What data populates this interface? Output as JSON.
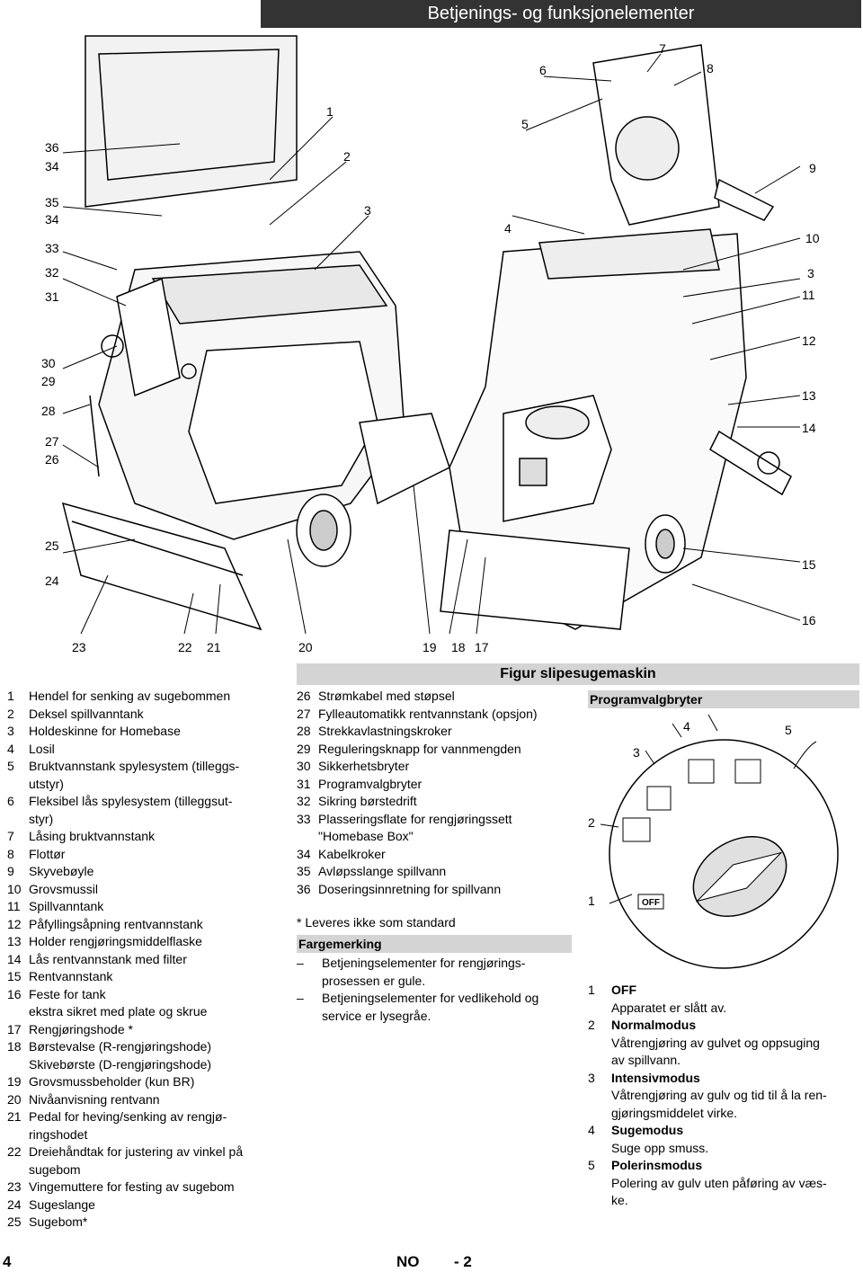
{
  "header": {
    "title": "Betjenings- og funksjonelementer"
  },
  "callouts": {
    "n36": "36",
    "n34a": "34",
    "n35": "35",
    "n34b": "34",
    "n33": "33",
    "n32": "32",
    "n31": "31",
    "n30": "30",
    "n29": "29",
    "n28": "28",
    "n27": "27",
    "n26": "26",
    "n25": "25",
    "n24": "24",
    "n23": "23",
    "n22": "22",
    "n21": "21",
    "n20": "20",
    "n19": "19",
    "n18": "18",
    "n17": "17",
    "n16": "16",
    "n15": "15",
    "n14": "14",
    "n13": "13",
    "n12": "12",
    "n11": "11",
    "n3b": "3",
    "n10": "10",
    "n9": "9",
    "n8": "8",
    "n7": "7",
    "n6": "6",
    "n5": "5",
    "n4": "4",
    "n3": "3",
    "n2": "2",
    "n1": "1"
  },
  "figure_title": "Figur slipesugemaskin",
  "legend_left": [
    {
      "num": "1",
      "text": "Hendel for senking av sugebommen"
    },
    {
      "num": "2",
      "text": "Deksel spillvanntank"
    },
    {
      "num": "3",
      "text": "Holdeskinne for Homebase"
    },
    {
      "num": "4",
      "text": "Losil"
    },
    {
      "num": "5",
      "text": "Bruktvannstank spylesystem (tilleggs-\nutstyr)"
    },
    {
      "num": "6",
      "text": "Fleksibel lås spylesystem (tilleggsut-\nstyr)"
    },
    {
      "num": "7",
      "text": "Låsing bruktvannstank"
    },
    {
      "num": "8",
      "text": "Flottør"
    },
    {
      "num": "9",
      "text": "Skyvebøyle"
    },
    {
      "num": "10",
      "text": "Grovsmussil"
    },
    {
      "num": "11",
      "text": "Spillvanntank"
    },
    {
      "num": "12",
      "text": "Påfyllingsåpning rentvannstank"
    },
    {
      "num": "13",
      "text": "Holder rengjøringsmiddelflaske"
    },
    {
      "num": "14",
      "text": "Lås rentvannstank med filter"
    },
    {
      "num": "15",
      "text": "Rentvannstank"
    },
    {
      "num": "16",
      "text": "Feste for tank\nekstra sikret med plate og skrue"
    },
    {
      "num": "17",
      "text": "Rengjøringshode *"
    },
    {
      "num": "18",
      "text": "Børstevalse (R-rengjøringshode)\nSkivebørste (D-rengjøringshode)"
    },
    {
      "num": "19",
      "text": "Grovsmussbeholder (kun BR)"
    },
    {
      "num": "20",
      "text": "Nivåanvisning rentvann"
    },
    {
      "num": "21",
      "text": "Pedal for heving/senking av rengjø-\nringshodet"
    },
    {
      "num": "22",
      "text": "Dreiehåndtak for justering av vinkel på\nsugebom"
    },
    {
      "num": "23",
      "text": "Vingemuttere for festing av sugebom"
    },
    {
      "num": "24",
      "text": "Sugeslange"
    },
    {
      "num": "25",
      "text": "Sugebom*"
    }
  ],
  "legend_mid": [
    {
      "num": "26",
      "text": "Strømkabel med støpsel"
    },
    {
      "num": "27",
      "text": "Fylleautomatikk rentvannstank (opsjon)"
    },
    {
      "num": "28",
      "text": "Strekkavlastningskroker"
    },
    {
      "num": "29",
      "text": "Reguleringsknapp for vannmengden"
    },
    {
      "num": "30",
      "text": "Sikkerhetsbryter"
    },
    {
      "num": "31",
      "text": "Programvalgbryter"
    },
    {
      "num": "32",
      "text": "Sikring børstedrift"
    },
    {
      "num": "33",
      "text": "Plasseringsflate for rengjøringssett\n\"Homebase Box\""
    },
    {
      "num": "34",
      "text": "Kabelkroker"
    },
    {
      "num": "35",
      "text": "Avløpsslange spillvann"
    },
    {
      "num": "36",
      "text": "Doseringsinnretning for spillvann"
    }
  ],
  "note": "* Leveres ikke som standard",
  "colour": {
    "heading": "Fargemerking",
    "items": [
      {
        "dash": "–",
        "text": "Betjeningselementer for rengjørings-\nprosessen er gule."
      },
      {
        "dash": "–",
        "text": "Betjeningselementer for vedlikehold og\nservice er lysegråe."
      }
    ]
  },
  "program": {
    "heading": "Programvalgbryter",
    "dial_numbers": [
      "1",
      "2",
      "3",
      "4",
      "5"
    ],
    "off_label": "OFF",
    "modes": [
      {
        "num": "1",
        "name": "OFF",
        "desc": "Apparatet er slått av."
      },
      {
        "num": "2",
        "name": "Normalmodus",
        "desc": "Våtrengjøring av gulvet og oppsuging\nav spillvann."
      },
      {
        "num": "3",
        "name": "Intensivmodus",
        "desc": "Våtrengjøring av gulv og tid til å la ren-\ngjøringsmiddelet virke."
      },
      {
        "num": "4",
        "name": "Sugemodus",
        "desc": "Suge opp smuss."
      },
      {
        "num": "5",
        "name": "Polerinsmodus",
        "desc": "Polering av gulv uten påføring av væs-\nke."
      }
    ]
  },
  "footer": {
    "page": "4",
    "lang": "NO",
    "suffix": "- 2"
  },
  "colors": {
    "header_bg": "#333333",
    "shaded_bar": "#d4d4d4"
  }
}
